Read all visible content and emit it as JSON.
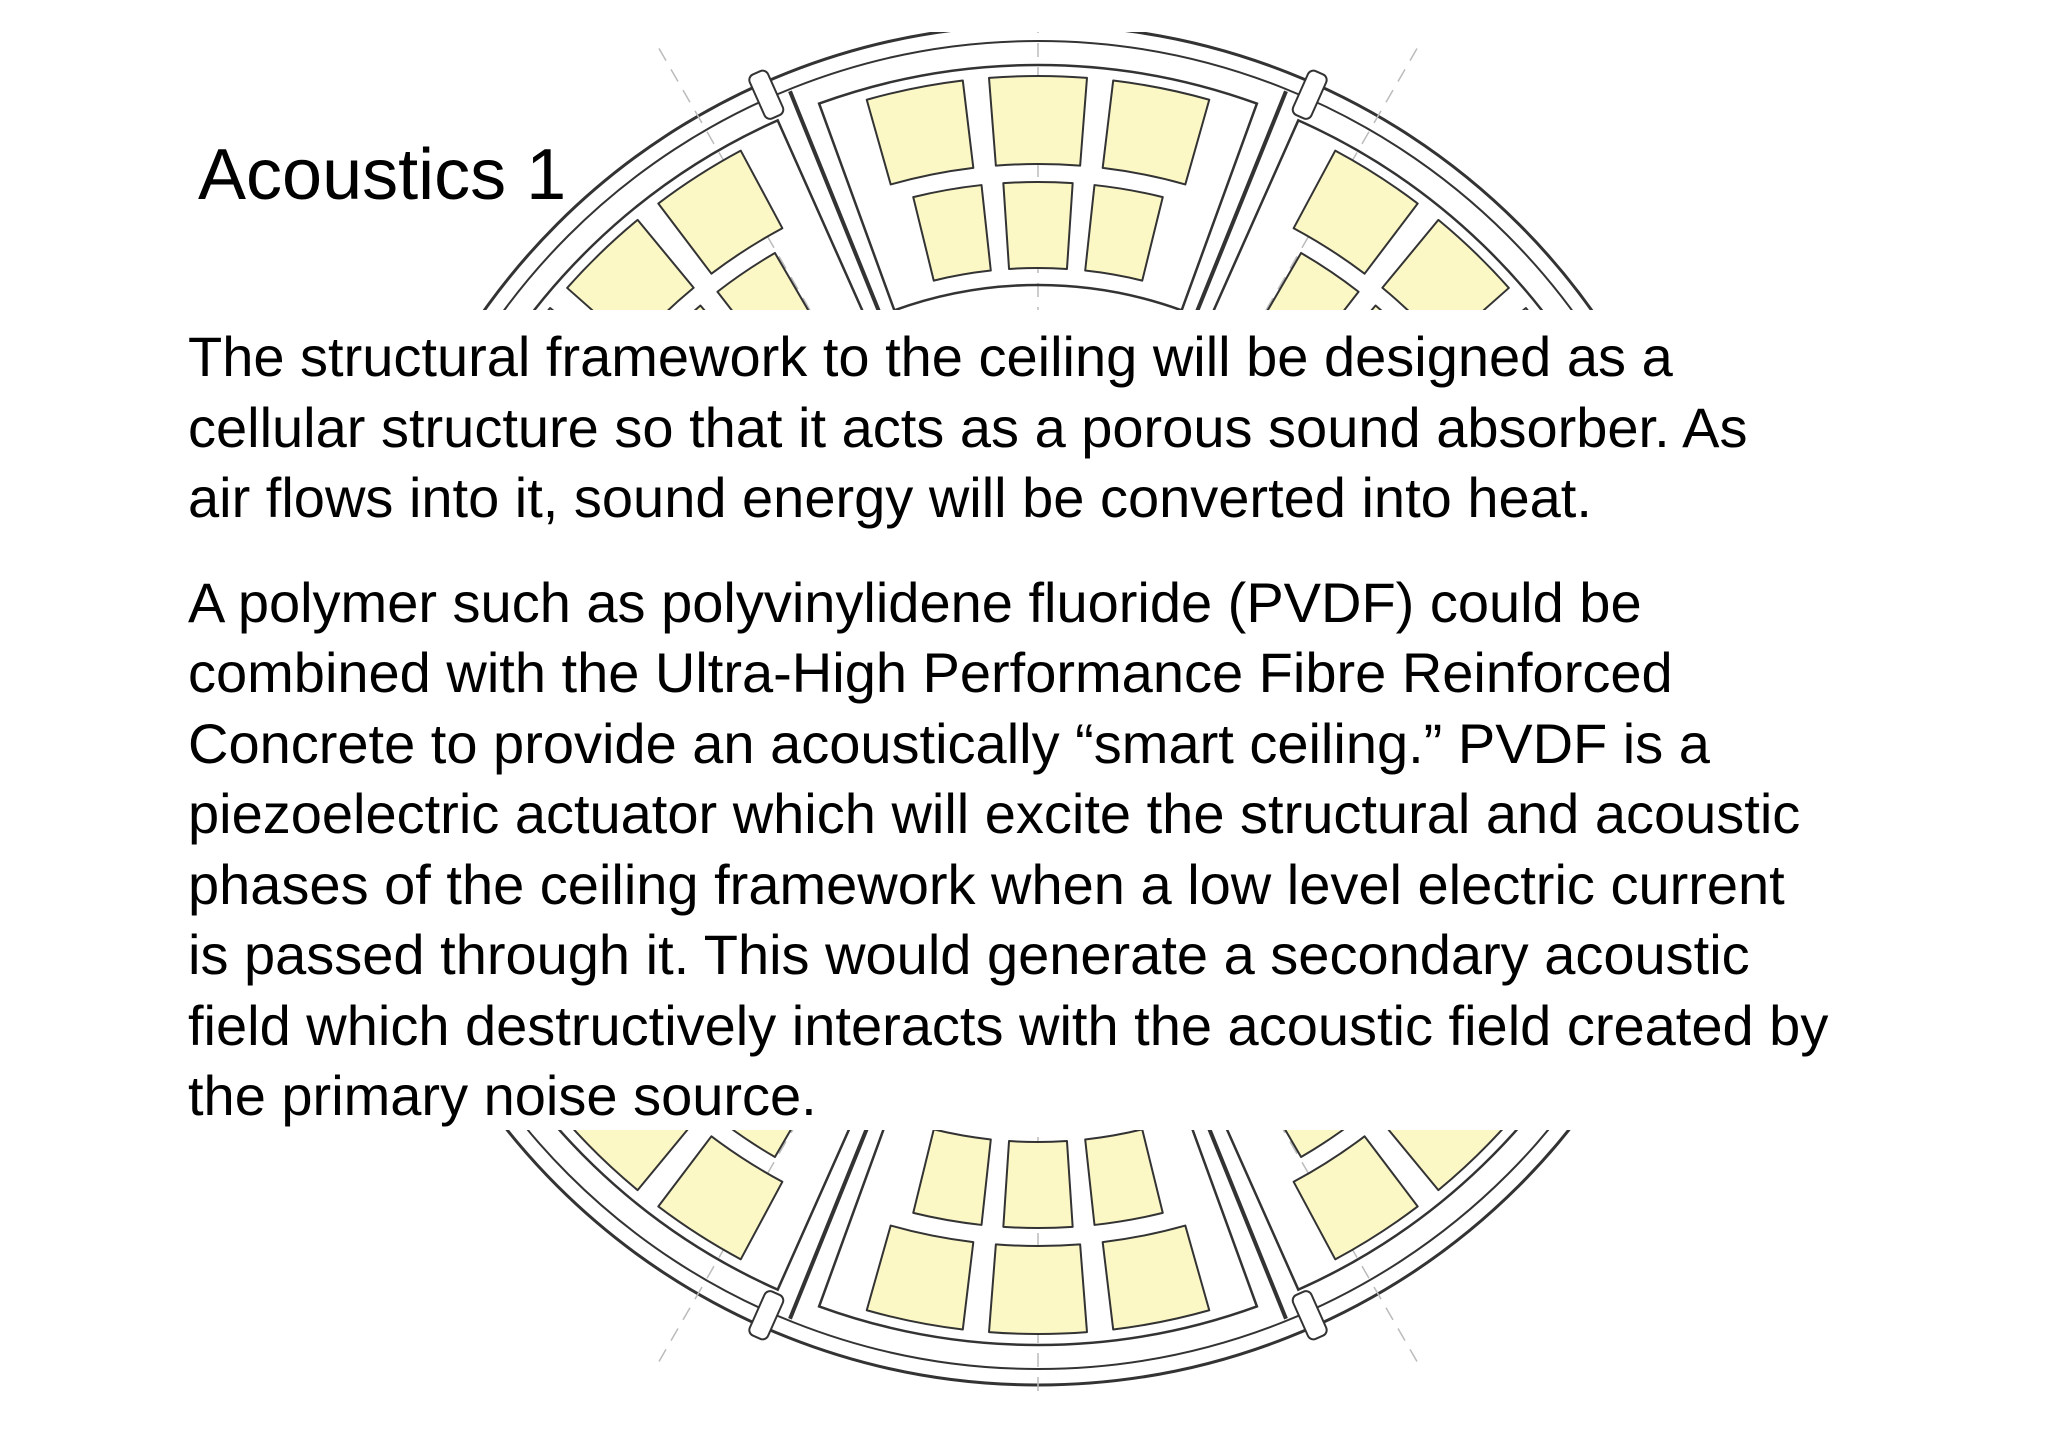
{
  "slide": {
    "title": "Acoustics 1",
    "paragraphs": [
      [
        "The structural framework to the ceiling will be designed as a",
        "cellular structure so that it acts as a porous sound absorber.  As",
        "air flows into it, sound energy will be converted into heat."
      ],
      [
        "A polymer such as polyvinylidene fluoride (PVDF) could be",
        "combined with the Ultra-High Performance Fibre Reinforced",
        "Concrete to provide an acoustically “smart ceiling.”  PVDF is a",
        "piezoelectric actuator which will excite the structural and acoustic",
        "phases of the ceiling framework when a low level electric current",
        "is passed through it. This would generate a secondary acoustic",
        "field which destructively interacts with the acoustic field created by",
        "the primary noise source."
      ]
    ]
  },
  "colors": {
    "cell_fill": "#fbf8c6",
    "line": "#333333",
    "guide": "#bbbbbb",
    "text": "#000000"
  }
}
